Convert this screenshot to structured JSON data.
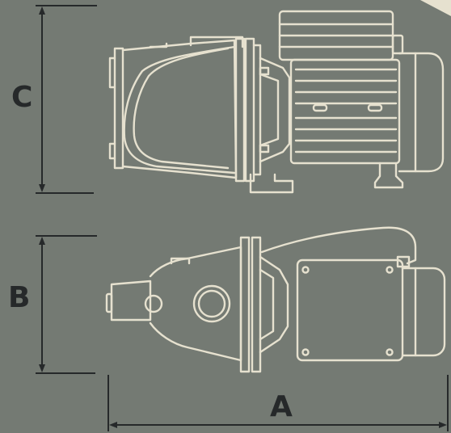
{
  "labels": {
    "a": "A",
    "b": "B",
    "c": "C"
  },
  "colors": {
    "background": "#747a73",
    "outline": "#e6e1cf",
    "dimension": "#26292a",
    "corner_tab": "#e6e1cf"
  }
}
